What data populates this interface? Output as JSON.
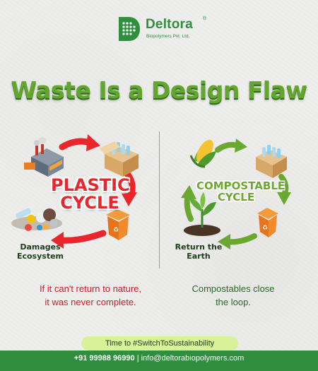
{
  "brand": {
    "name": "Deltora",
    "registered": "®",
    "tagline": "Biopolymers Pvt. Ltd.",
    "color": "#2f8f3e"
  },
  "headline": "Waste Is a Design Flaw",
  "plastic_cycle": {
    "title_line1": "PLASTIC",
    "title_line2": "CYCLE",
    "caption_line1": "Damages",
    "caption_line2": "Ecosystem",
    "message_line1": "If it can't return to nature,",
    "message_line2": "it was never complete.",
    "color": "#e8262b",
    "icons": [
      "factory-icon",
      "box-of-bottles-icon",
      "plastic-bin-icon",
      "plastic-waste-pile-icon"
    ]
  },
  "compostable_cycle": {
    "title_line1": "COMPOSTABLE",
    "title_line2": "CYCLE",
    "caption_line1": "Return the",
    "caption_line2": "Earth",
    "message_line1": "Compostables close",
    "message_line2": "the loop.",
    "color": "#6aa82f",
    "icons": [
      "corn-icon",
      "box-of-bottles-icon",
      "compost-bin-icon",
      "sprout-icon"
    ]
  },
  "cta": "Time to #SwitchToSustainability",
  "footer": {
    "phone": "+91 99988 96990",
    "separator": " | ",
    "email": "info@deltorabiopolymers.com"
  }
}
